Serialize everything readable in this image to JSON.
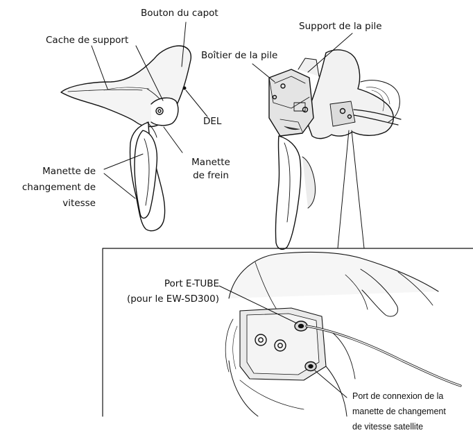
{
  "labels": {
    "bouton_capot": "Bouton du capot",
    "cache_support": "Cache de support",
    "support_pile": "Support de la pile",
    "boitier_pile": "Boîtier de la pile",
    "del": "DEL",
    "manette_frein_l1": "Manette",
    "manette_frein_l2": "de frein",
    "manette_changement_l1": "Manette de",
    "manette_changement_l2": "changement de",
    "manette_changement_l3": "vitesse",
    "port_etube_l1": "Port E-TUBE",
    "port_etube_l2": "(pour le EW-SD300)",
    "port_connexion_l1": "Port de connexion de la",
    "port_connexion_l2": "manette de changement",
    "port_connexion_l3": "de vitesse satellite"
  }
}
